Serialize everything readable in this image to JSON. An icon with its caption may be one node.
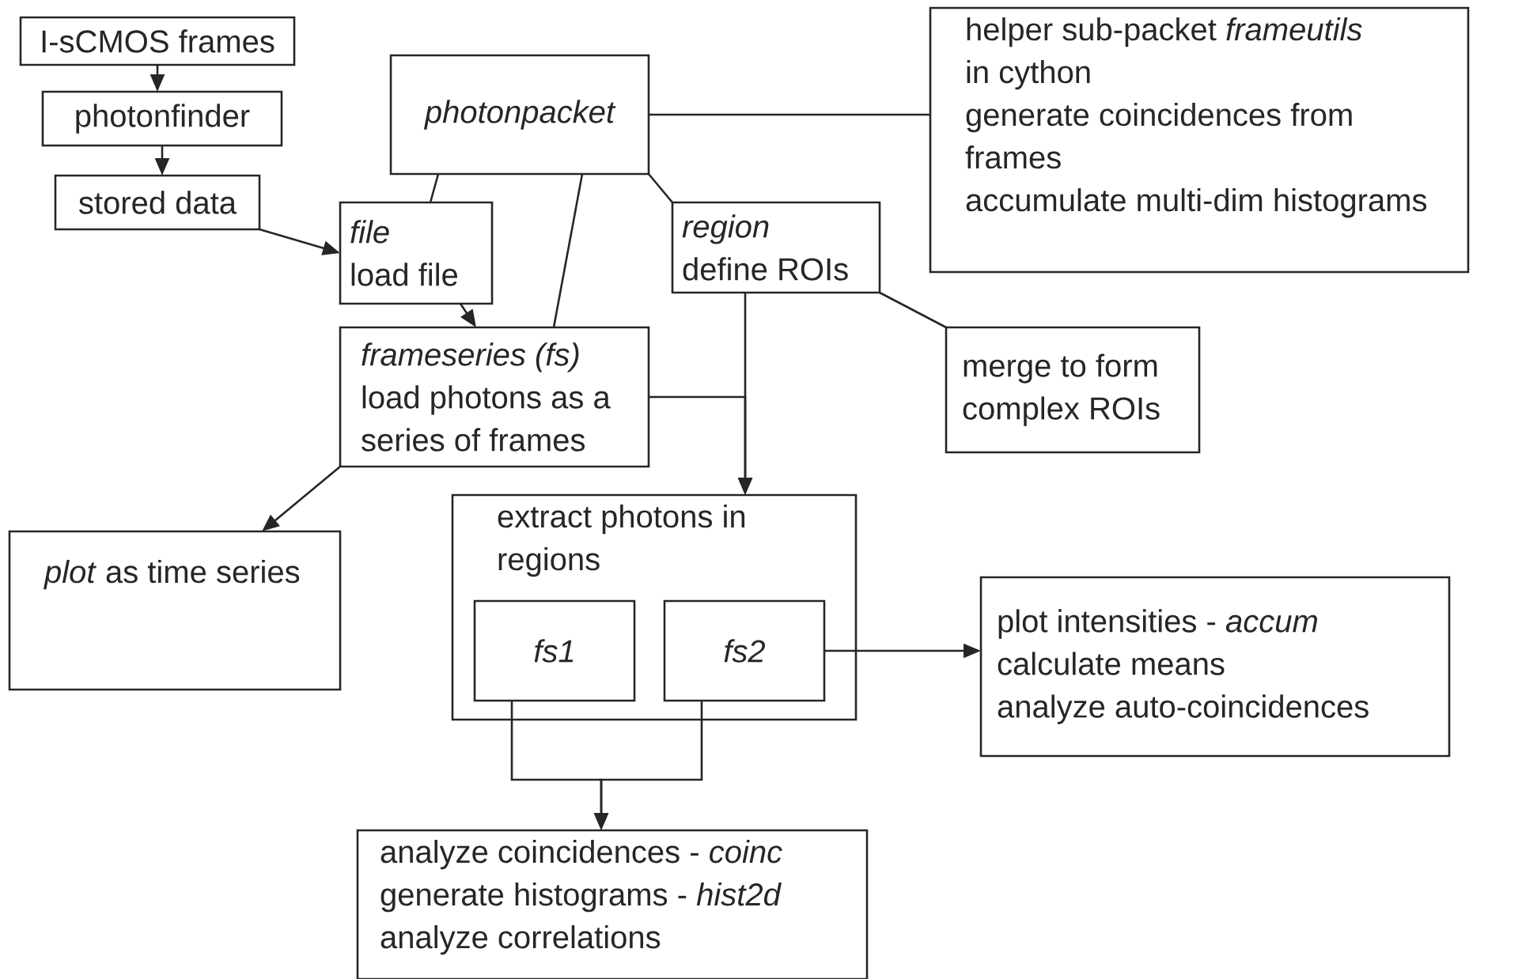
{
  "diagram": {
    "nodes": [
      {
        "text": [
          "I-sCMOS frames"
        ]
      },
      {
        "text": [
          "photonfinder"
        ]
      },
      {
        "text": [
          "stored data"
        ]
      },
      {
        "text": [
          "photonpacket"
        ]
      },
      {
        "text": [
          "helper sub-packet *frameutils*",
          "in cython",
          "generate coincidences from frames",
          "accumulate multi-dim histograms"
        ]
      },
      {
        "text": [
          "file",
          "load file"
        ]
      },
      {
        "text": [
          "region",
          "define ROIs"
        ]
      },
      {
        "text": [
          "frameseries (fs)",
          "load photons as a series of frames"
        ]
      },
      {
        "text": [
          "merge to form complex ROIs"
        ]
      },
      {
        "text": [
          "*plot* as time series"
        ]
      },
      {
        "text": [
          "extract photons in regions"
        ]
      },
      {
        "text": [
          "fs1"
        ],
        "in": 10
      },
      {
        "text": [
          "fs2"
        ],
        "in": 10
      },
      {
        "text": [
          "plot intensities - *accum*",
          "calculate means",
          "analyze auto-coincidences"
        ]
      },
      {
        "text": [
          "analyze coincidences - *coinc*",
          "generate histograms - *hist2d*",
          "analyze correlations"
        ]
      }
    ],
    "edges": [
      {
        "from": 0,
        "to": 1,
        "arrow": "to"
      },
      {
        "from": 1,
        "to": 2,
        "arrow": "to"
      },
      {
        "from": 2,
        "to": 5,
        "arrow": "to"
      },
      {
        "from": 5,
        "to": 7,
        "arrow": "to"
      },
      {
        "from": 3,
        "to": 5,
        "arrow": "none"
      },
      {
        "from": 3,
        "to": 7,
        "arrow": "none"
      },
      {
        "from": 3,
        "to": 6,
        "arrow": "none"
      },
      {
        "from": 3,
        "to": 4,
        "arrow": "none"
      },
      {
        "from": 6,
        "to": 8,
        "arrow": "none"
      },
      {
        "from": 6,
        "to": 10,
        "arrow": "to"
      },
      {
        "from": 7,
        "to": 10,
        "arrow": "to"
      },
      {
        "from": 7,
        "to": 9,
        "arrow": "to"
      },
      {
        "from": 12,
        "to": 13,
        "arrow": "to"
      },
      {
        "from": 11,
        "to": 14,
        "arrow": "to"
      },
      {
        "from": 12,
        "to": 14,
        "arrow": "to"
      }
    ]
  }
}
